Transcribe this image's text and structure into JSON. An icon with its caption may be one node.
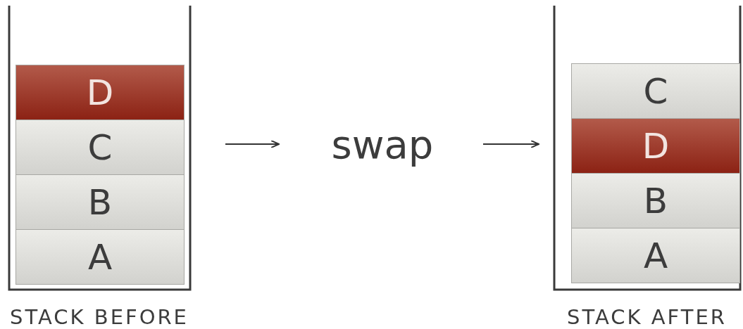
{
  "diagram": {
    "nodes": [
      {
        "text": [
          "STACK BEFORE"
        ]
      },
      {
        "text": [
          "D"
        ],
        "in": 0
      },
      {
        "text": [
          "C"
        ],
        "in": 0
      },
      {
        "text": [
          "B"
        ],
        "in": 0
      },
      {
        "text": [
          "A"
        ],
        "in": 0
      },
      {
        "text": [
          "swap"
        ]
      },
      {
        "text": [
          "STACK AFTER"
        ]
      },
      {
        "text": [
          "C"
        ],
        "in": 6
      },
      {
        "text": [
          "D"
        ],
        "in": 6
      },
      {
        "text": [
          "B"
        ],
        "in": 6
      },
      {
        "text": [
          "A"
        ],
        "in": 6
      }
    ],
    "edges": [
      {
        "from": 0,
        "to": 5,
        "arrow": "to"
      },
      {
        "from": 5,
        "to": 6,
        "arrow": "to"
      }
    ]
  }
}
